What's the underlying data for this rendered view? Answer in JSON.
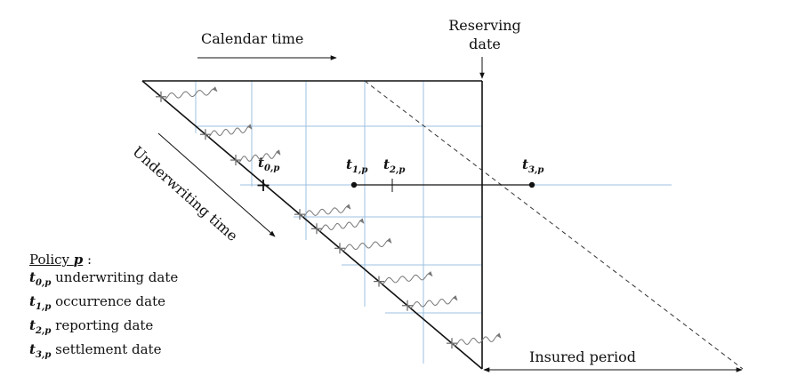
{
  "labels": {
    "calendar_time": "Calendar time",
    "reserving_line1": "Reserving",
    "reserving_line2": "date",
    "underwriting_time": "Underwriting time",
    "insured_period": "Insured period"
  },
  "points": {
    "t0": {
      "sym": "t",
      "sub": "0,p"
    },
    "t1": {
      "sym": "t",
      "sub": "1,p"
    },
    "t2": {
      "sym": "t",
      "sub": "2,p"
    },
    "t3": {
      "sym": "t",
      "sub": "3,p"
    }
  },
  "legend": {
    "title_text": "Policy ",
    "title_sym": "p",
    "title_colon": " :",
    "rows": [
      {
        "sym": "t",
        "sub": "0,p",
        "text": " underwriting date"
      },
      {
        "sym": "t",
        "sub": "1,p",
        "text": " occurrence date"
      },
      {
        "sym": "t",
        "sub": "2,p",
        "text": " reporting date"
      },
      {
        "sym": "t",
        "sub": "3,p",
        "text": " settlement date"
      }
    ]
  },
  "colors": {
    "grid": "#9cc0e0",
    "line": "#111111",
    "wave": "#777777"
  }
}
